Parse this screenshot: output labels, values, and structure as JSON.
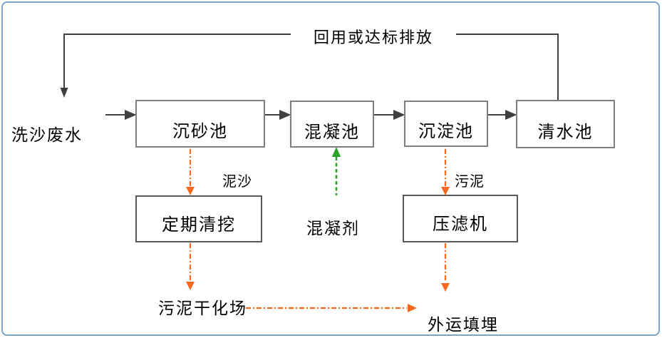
{
  "diagram_type": "process-flowchart",
  "colors": {
    "frame_border": "#7EA4C9",
    "flow_line": "#3F3F3F",
    "box_border": "#7F7F7F",
    "box_border_dark": "#595959",
    "orange_accent": "#F4681F",
    "green_accent": "#2EA02E"
  },
  "nodes": {
    "grit_chamber": "沉砂池",
    "coagulation_tank": "混凝池",
    "sedimentation_tank": "沉淀池",
    "clear_water_tank": "清水池",
    "periodic_dredging": "定期清挖",
    "filter_press": "压滤机"
  },
  "labels": {
    "recycle_discharge": "回用或达标排放",
    "influent": "洗沙废水",
    "grit": "泥沙",
    "sludge": "污泥",
    "coagulant": "混凝剂",
    "sludge_drying_field": "污泥干化场",
    "offsite_landfill": "外运填埋"
  }
}
